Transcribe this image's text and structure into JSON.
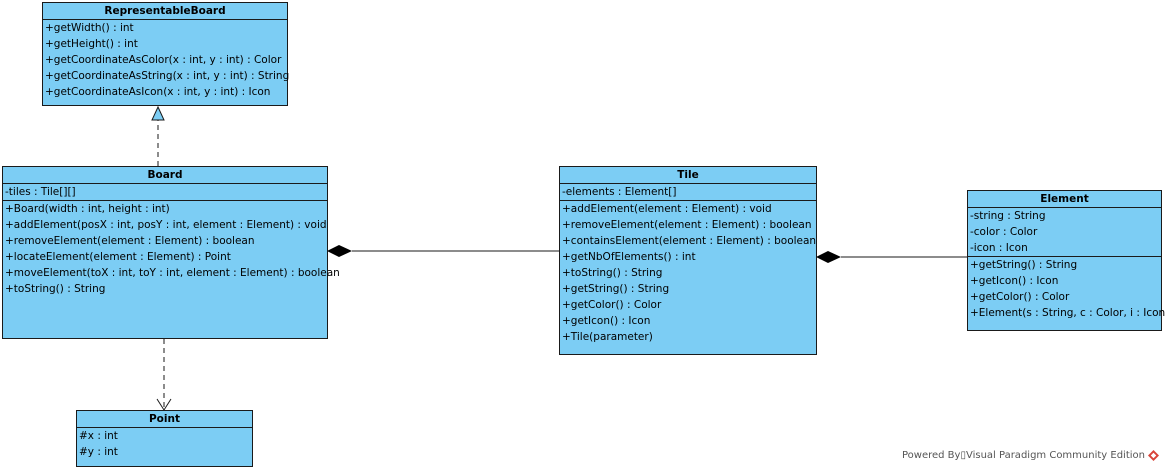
{
  "classes": {
    "representable_board": {
      "name": "RepresentableBoard",
      "attributes": [],
      "operations": [
        "+getWidth() : int",
        "+getHeight() : int",
        "+getCoordinateAsColor(x : int, y : int) : Color",
        "+getCoordinateAsString(x : int, y : int) : String",
        "+getCoordinateAsIcon(x : int, y : int) : Icon"
      ]
    },
    "board": {
      "name": "Board",
      "attributes": [
        "-tiles : Tile[][]"
      ],
      "operations": [
        "+Board(width : int, height : int)",
        "+addElement(posX : int, posY : int, element : Element) : void",
        "+removeElement(element : Element) : boolean",
        "+locateElement(element : Element) : Point",
        "+moveElement(toX : int, toY : int, element : Element) : boolean",
        "+toString() : String"
      ]
    },
    "tile": {
      "name": "Tile",
      "attributes": [
        "-elements : Element[]"
      ],
      "operations": [
        "+addElement(element : Element) : void",
        "+removeElement(element : Element) : boolean",
        "+containsElement(element : Element) : boolean",
        "+getNbOfElements() : int",
        "+toString() : String",
        "+getString() : String",
        "+getColor() : Color",
        "+getIcon() : Icon",
        "+Tile(parameter)"
      ]
    },
    "element": {
      "name": "Element",
      "attributes": [
        "-string : String",
        "-color : Color",
        "-icon : Icon"
      ],
      "operations": [
        "+getString() : String",
        "+getIcon() : Icon",
        "+getColor() : Color",
        "+Element(s : String, c : Color, i : Icon)"
      ]
    },
    "point": {
      "name": "Point",
      "attributes": [
        "#x : int",
        "#y : int"
      ],
      "operations": []
    }
  },
  "relationships": [
    {
      "type": "realization",
      "from": "Board",
      "to": "RepresentableBoard"
    },
    {
      "type": "composition",
      "whole": "Board",
      "part": "Tile"
    },
    {
      "type": "composition",
      "whole": "Tile",
      "part": "Element"
    },
    {
      "type": "dependency",
      "from": "Board",
      "to": "Point"
    }
  ],
  "footer": {
    "text": "Powered By▯Visual Paradigm Community Edition"
  },
  "colors": {
    "class_fill": "#7ccdf4",
    "line": "#1a1a1a",
    "logo": "#d9443a"
  }
}
